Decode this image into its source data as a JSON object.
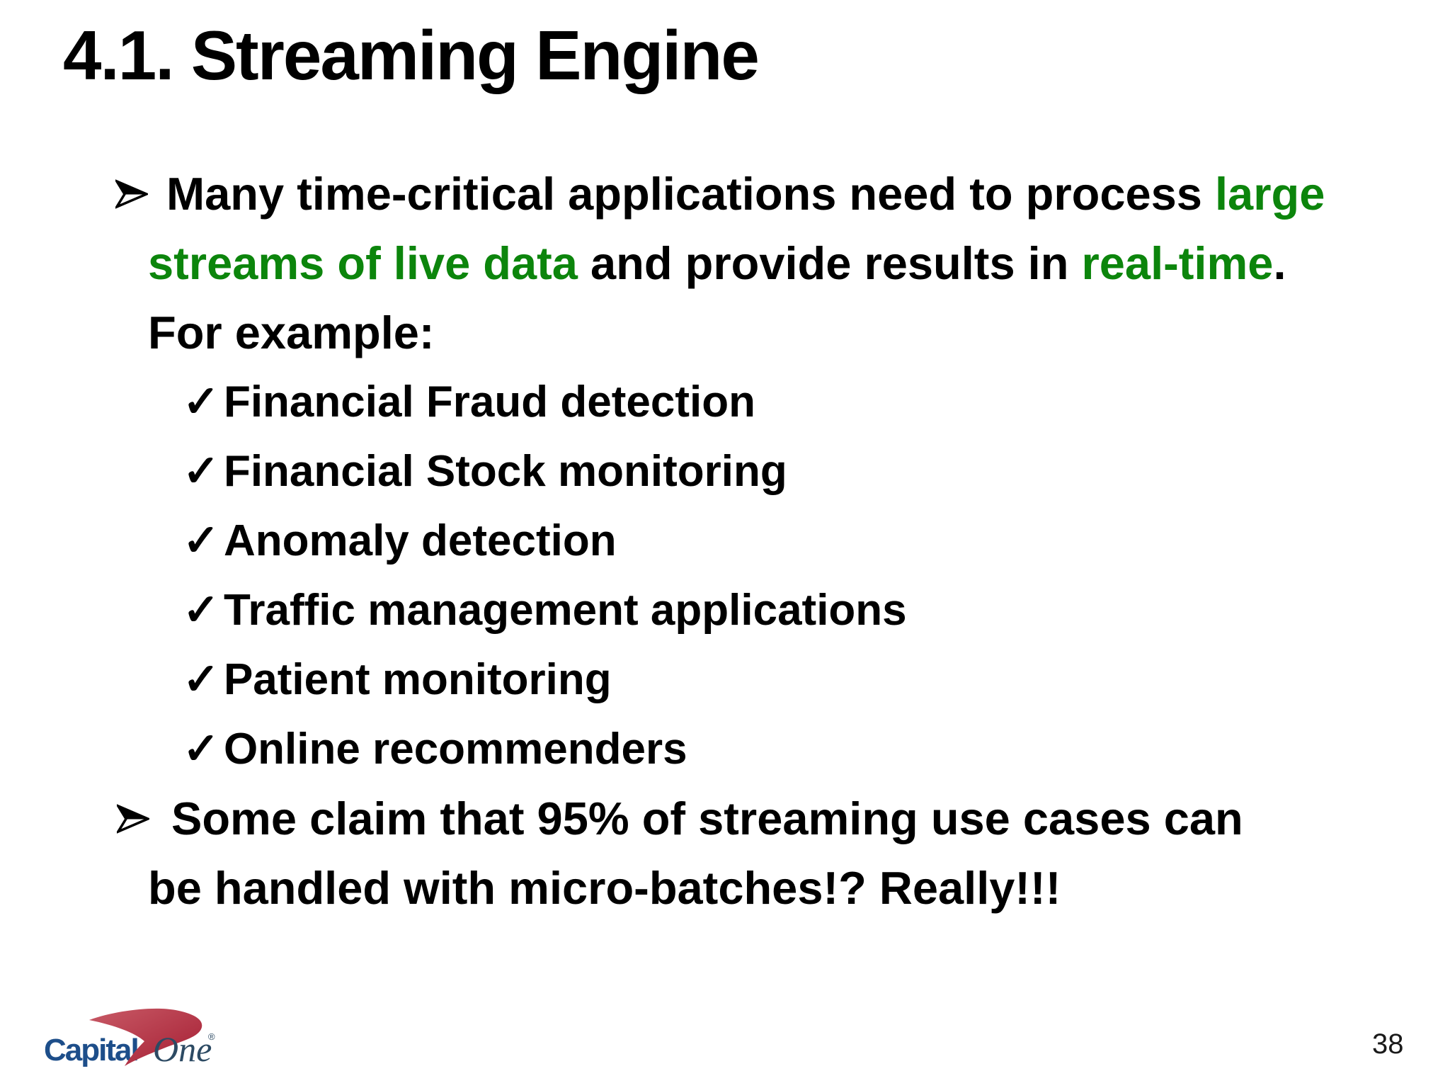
{
  "slide": {
    "title": "4.1. Streaming Engine",
    "colors": {
      "text": "#000000",
      "green": "#0c850c",
      "logo_blue": "#1d4e8a",
      "logo_dark": "#2c4a63",
      "swoosh_light": "#c85a66",
      "swoosh_dark": "#a51e33"
    },
    "bullet1": {
      "line1": {
        "seg1": "Many time-critical applications need to process ",
        "seg2": "large"
      },
      "line2": {
        "seg1": "streams of live data",
        "seg2": " and provide results in ",
        "seg3": "real-time",
        "seg4": "."
      },
      "line3": "For example:"
    },
    "checklist": {
      "check_glyph": "✓",
      "items": [
        "Financial Fraud detection",
        "Financial Stock monitoring",
        "Anomaly detection",
        "Traffic management applications",
        "Patient monitoring",
        "Online recommenders"
      ]
    },
    "bullet2": {
      "line1": "Some claim that 95% of streaming use cases can",
      "line2": "be handled with micro-batches!? Really!!!"
    },
    "footer": {
      "logo_capital": "Capital",
      "logo_one": "One",
      "logo_registered": "®",
      "page_number": "38"
    }
  }
}
